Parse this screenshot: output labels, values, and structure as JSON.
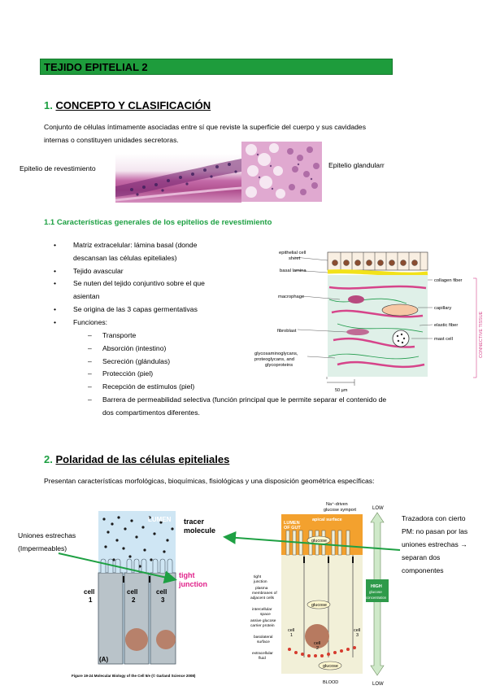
{
  "title_bar": "TEJIDO EPITELIAL 2",
  "section1": {
    "num": "1.",
    "title": "CONCEPTO Y CLASIFICACIÓN",
    "paragraph_l1": "Conjunto de células íntimamente asociadas entre sí que reviste la superficie del cuerpo y sus cavidades",
    "paragraph_l2": "internas o constituyen unidades secretoras.",
    "label_left": "Epitelio de revestimiento",
    "label_right": "Epitelio glandularr"
  },
  "section11": {
    "title": "1.1 Características generales de los epitelios de revestimiento",
    "bullets": [
      "Matriz extracelular: lámina basal (donde",
      "descansan las células epiteliales)",
      "Tejido avascular",
      "Se nuten del tejido conjuntivo sobre el que",
      "asientan",
      "Se origina de las 3 capas germentativas",
      "Funciones:"
    ],
    "functions": [
      "Transporte",
      "Absorción (intestino)",
      "Secreción (glándulas)",
      "Protección (piel)",
      "Recepción de estímulos (piel)",
      "Barrera de permeabilidad selectiva (función principal que le permite separar el contenido de",
      "dos compartimentos diferentes."
    ],
    "diagram": {
      "epithelial": "epithelial cell",
      "sheet": "sheet",
      "basal_lamina": "basal lamina",
      "macrophage": "macrophage",
      "fibroblast": "fibroblast",
      "gag1": "glycosaminoglycans,",
      "gag2": "proteoglycans, and",
      "gag3": "glycoproteins",
      "collagen": "collagen fiber",
      "capillary": "capillary",
      "elastic": "elastic fiber",
      "mast": "mast cell",
      "connective": "CONNECTIVE TISSUE",
      "scale": "50 µm"
    }
  },
  "section2": {
    "num": "2.",
    "title": "Polaridad de las células epiteliales",
    "paragraph": "Presentan características morfológicas, bioquímicas, fisiológicas y una disposición geométrica específicas:",
    "left_label_l1": "Uniones estrechas",
    "left_label_l2": "(Impermeables)",
    "right_label_l1": "Trazadora con cierto",
    "right_label_l2": "PM: no pasan por las",
    "right_label_l3": "uniones estrechas →",
    "right_label_l4": "separan dos",
    "right_label_l5": "componentes",
    "figA": {
      "lumen": "LUMEN",
      "tracer1": "tracer",
      "tracer2": "molecule",
      "tight1": "tight",
      "tight2": "junction",
      "cell": "cell",
      "c1": "1",
      "c2": "2",
      "c3": "3",
      "label": "(A)",
      "caption": "Figure 19-24 Molecular Biology of the Cell 5/e (© Garland Science 2008)"
    },
    "figB": {
      "symport1": "Na⁺-driven",
      "symport2": "glucose symport",
      "apical": "apical surface",
      "lumen1": "LUMEN",
      "lumen2": "OF GUT",
      "glucose": "glucose",
      "tight1": "tight",
      "tight2": "junction",
      "plasma1": "plasma",
      "plasma2": "membranes of",
      "plasma3": "adjacent cells",
      "inter1": "intercellular",
      "inter2": "space",
      "passive1": "assive glucose",
      "passive2": "carrier protein",
      "baso1": "basolateral",
      "baso2": "surface",
      "extra1": "extracellular",
      "extra2": "fluid",
      "blood": "BLOOD",
      "low_top": "LOW",
      "high1": "HIGH",
      "high2": "glucose",
      "high3": "concentration",
      "low_bottom": "LOW",
      "cell": "cell",
      "c1": "1",
      "c2": "2",
      "c3": "3"
    }
  }
}
